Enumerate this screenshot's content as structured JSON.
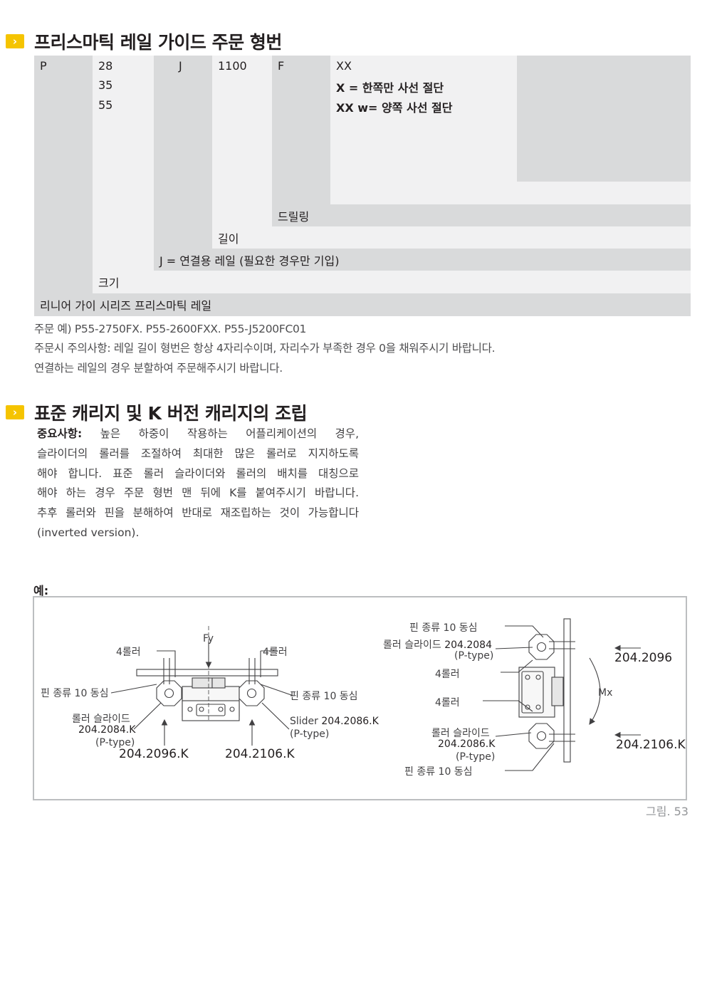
{
  "section1": {
    "title": "프리스마틱 레일 가이드 주문 형번",
    "code_values": {
      "p": "P",
      "size_1": "28",
      "size_2": "35",
      "size_3": "55",
      "j": "J",
      "length": "1100",
      "f": "F",
      "xx": "XX",
      "x_desc": "X = 한쪽만 사선 절단",
      "xxw_desc": "XX w= 양쪽 사선 절단"
    },
    "labels": {
      "drilling": "드릴링",
      "length": "길이",
      "j_desc": "J = 연결용 레일 (필요한 경우만 기입)",
      "size": "크기",
      "series": "리니어 가이 시리즈 프리스마틱 레일"
    },
    "notes": [
      "주문 예) P55-2750FX. P55-2600FXX. P55-J5200FC01",
      "주문시 주의사항: 레일 길이 형번은 항상 4자리수이며, 자리수가 부족한 경우 0을 채워주시기 바랍니다.",
      "연결하는 레일의 경우 분할하여 주문해주시기 바랍니다."
    ]
  },
  "section2": {
    "title": "표준 캐리지 및 K 버전 캐리지의 조립",
    "important_label": "중요사항:",
    "lines": [
      " 높은 하중이 작용하는 어플리케이션의 경우,",
      "슬라이더의 롤러를 조절하여 최대한 많은 롤러로 지지하도록",
      "해야 합니다. 표준 롤러 슬라이더와 롤러의 배치를 대칭으로",
      "해야 하는 경우 주문 형번 맨 뒤에 K를 붙여주시기 바랍니다.",
      "추후 롤러와 핀을 분해하여 반대로 재조립하는 것이 가능합니다",
      "(inverted version)."
    ]
  },
  "example": {
    "label": "예:",
    "figure_number": "그림. 53",
    "left": {
      "fy": "Fy",
      "roller_left": "4롤러",
      "roller_right": "4롤러",
      "pin_left": "핀 종류 10 동심",
      "pin_right": "핀 종류 10 동심",
      "slide_name": "롤러 슬라이드",
      "slide_code": "204.2084.K",
      "slide_type": "(P-type)",
      "slider_name": "Slider",
      "slider_code": "204.2086.K",
      "slider_type": "(P-type)",
      "rail_left": "204.2096.K",
      "rail_right": "204.2106.K"
    },
    "right": {
      "pin_top": "핀 종류 10 동심",
      "slide_top_name": "롤러 슬라이드",
      "slide_top_code": "204.2084",
      "slide_top_type": "(P-type)",
      "roller_top": "4롤러",
      "roller_mid": "4롤러",
      "slide_bot_name": "롤러 슬라이드",
      "slide_bot_code": "204.2086.K",
      "slide_bot_type": "(P-type)",
      "pin_bot": "핀 종류 10 동심",
      "mx": "Mx",
      "rail_top": "204.2096",
      "rail_bot": "204.2106.K"
    }
  },
  "colors": {
    "accent": "#f5c400",
    "block_gray": "#d9dadb",
    "block_light": "#f1f1f2",
    "frame": "#bcbec0"
  }
}
